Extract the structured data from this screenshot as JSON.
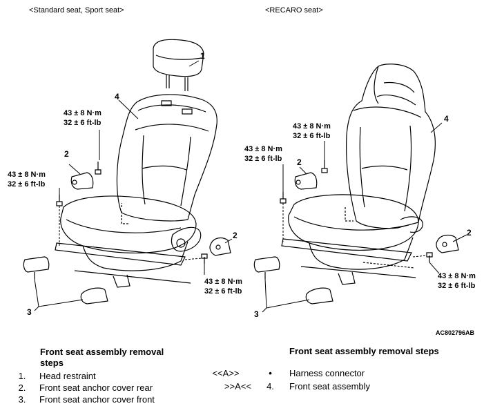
{
  "captions": {
    "left": "<Standard seat, Sport seat>",
    "right": "<RECARO seat>"
  },
  "torque": {
    "nm": "43 ± 8 N·m",
    "ftlb": "32 ± 6 ft-lb"
  },
  "callouts": {
    "head_restraint": "1",
    "anchor_cover_rear": "2",
    "anchor_cover_front": "3",
    "seat_assembly": "4"
  },
  "figure_code": "AC802796AB",
  "left_steps": {
    "title_line1": "Front seat assembly removal",
    "title_line2": "steps",
    "items": [
      {
        "num": "1.",
        "text": "Head restraint"
      },
      {
        "num": "2.",
        "text": "Front seat anchor cover rear"
      },
      {
        "num": "3.",
        "text": "Front seat anchor cover front"
      }
    ]
  },
  "right_steps": {
    "title": "Front seat assembly removal steps",
    "items": [
      {
        "ref": "<<A>>",
        "num": "•",
        "text": "Harness connector"
      },
      {
        "ref": ">>A<<",
        "num": "4.",
        "text": "Front seat assembly"
      }
    ]
  }
}
